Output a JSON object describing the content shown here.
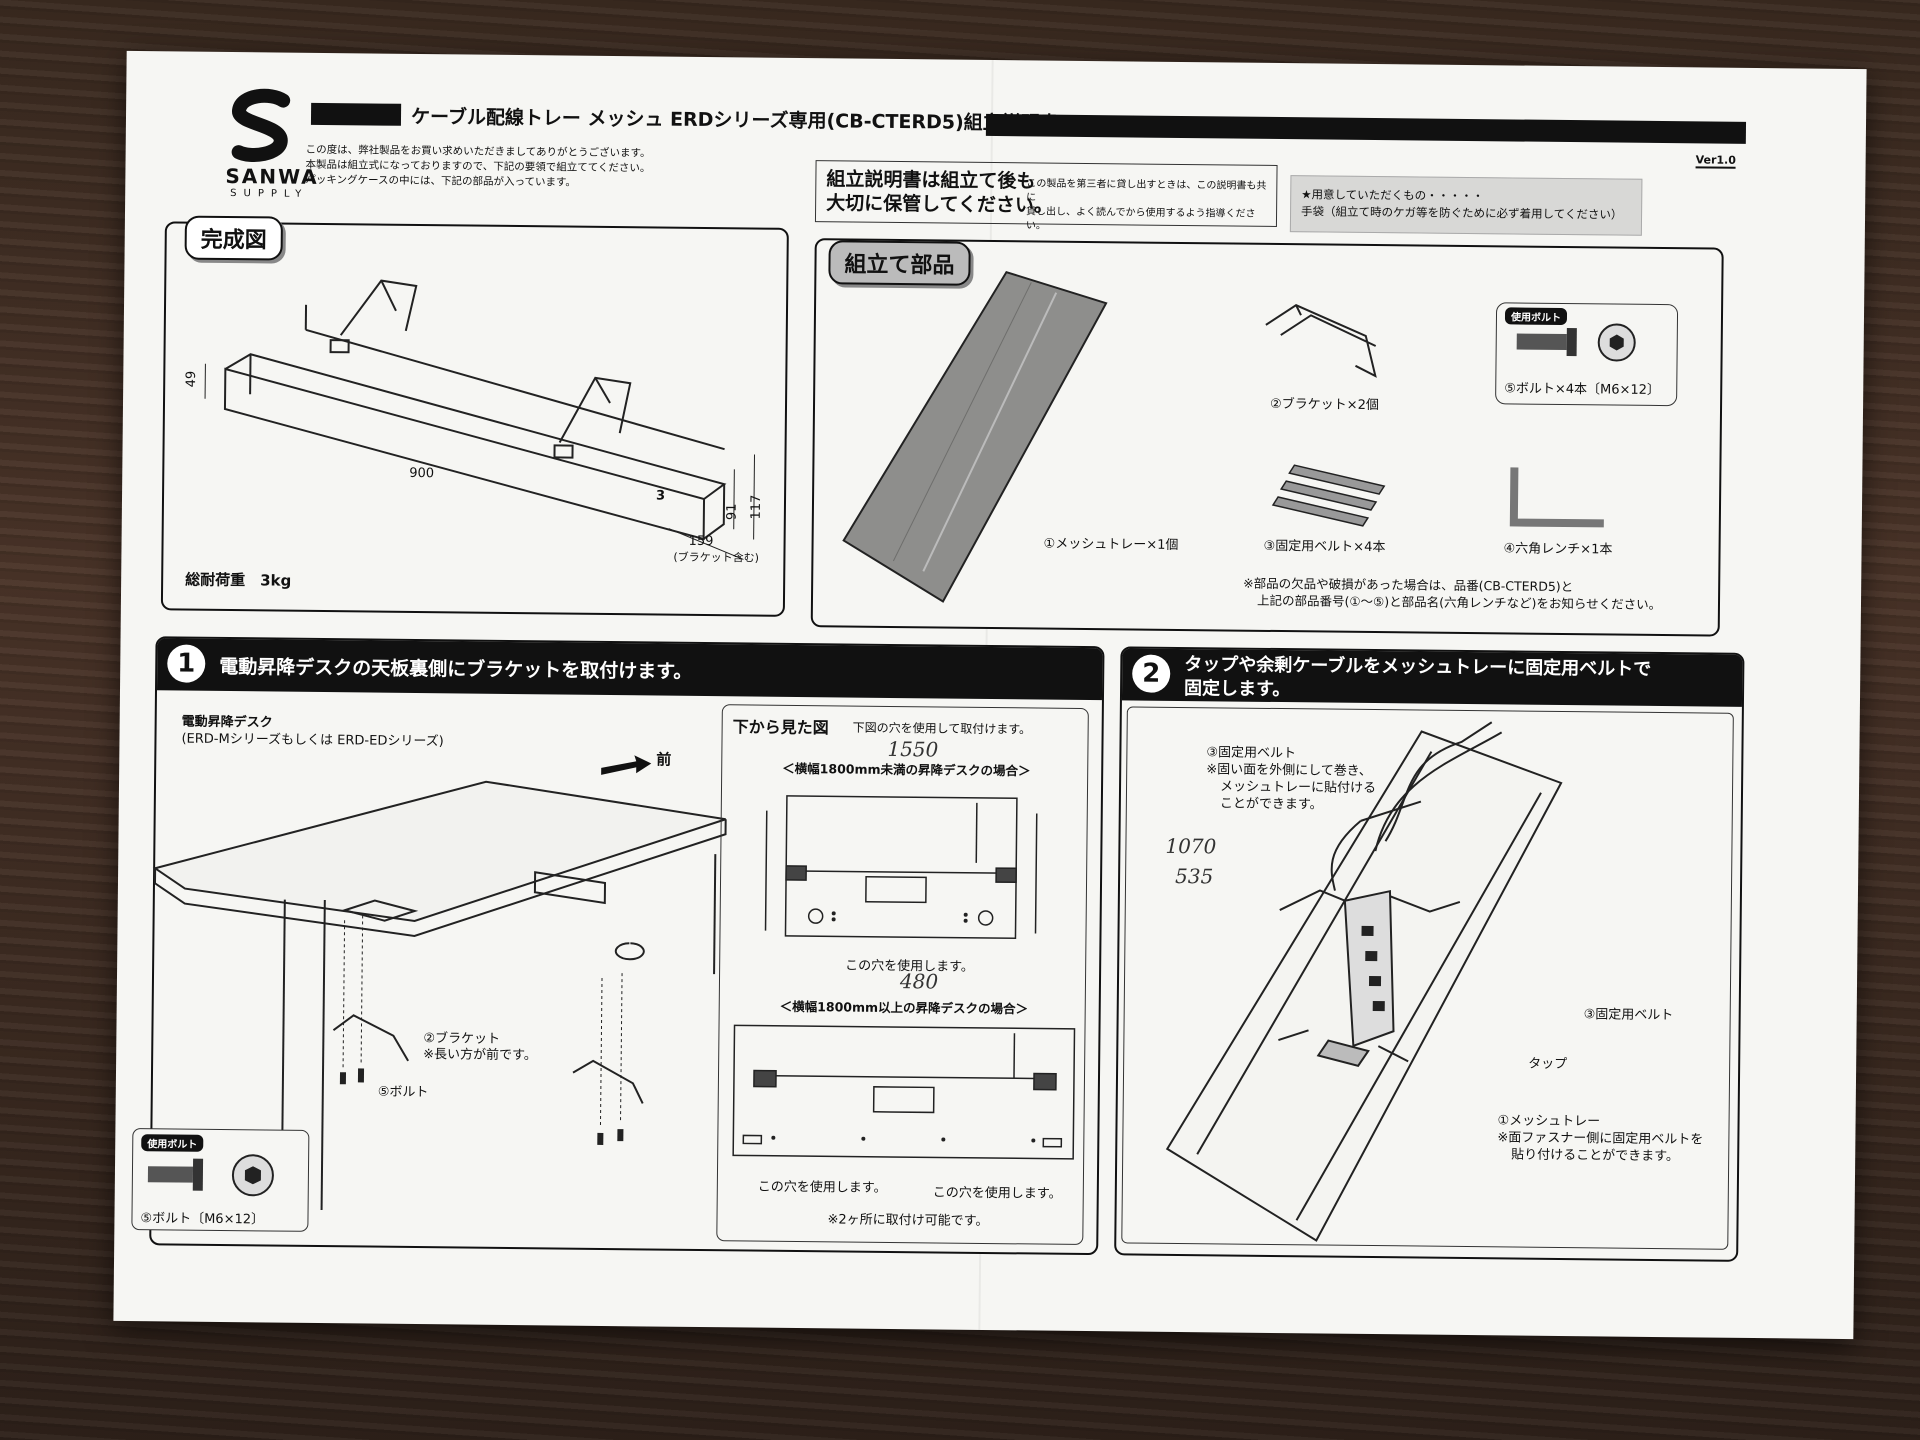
{
  "header": {
    "brand": "SANWA",
    "brand_sub": "SUPPLY",
    "title": "ケーブル配線トレー メッシュ ERDシリーズ専用(CB-CTERD5)組立説明書",
    "version": "Ver1.0",
    "intro": [
      "この度は、弊社製品をお買い求めいただきましてありがとうございます。",
      "本製品は組立式になっておりますので、下記の要領で組立ててください。",
      "パッキングケースの中には、下記の部品が入っています。"
    ],
    "keep_big": [
      "組立説明書は組立て後も",
      "大切に保管してください。"
    ],
    "keep_small": [
      "この製品を第三者に貸し出すときは、この説明書も共に",
      "貸し出し、よく読んでから使用するよう指導ください。"
    ],
    "prepare": [
      "★用意していただくもの・・・・・",
      "手袋（組立て時のケガ等を防ぐために必ず着用してください）"
    ]
  },
  "complete": {
    "label": "完成図",
    "dim_49": "49",
    "dim_900": "900",
    "dim_3": "3",
    "dim_91": "91",
    "dim_117": "117",
    "dim_159": "159",
    "dim_159_note": "(ブラケット含む)",
    "load": "総耐荷重　3kg"
  },
  "parts": {
    "label": "組立て部品",
    "tray": "①メッシュトレー×1個",
    "bracket": "②ブラケット×2個",
    "bolt_tag": "使用ボルト",
    "bolt": "⑤ボルト×4本〔M6×12〕",
    "belt": "③固定用ベルト×4本",
    "wrench": "④六角レンチ×1本",
    "note": [
      "※部品の欠品や破損があった場合は、品番(CB-CTERD5)と",
      "上記の部品番号(①〜⑤)と部品名(六角レンチなど)をお知らせください。"
    ]
  },
  "step1": {
    "num": "1",
    "title": "電動昇降デスクの天板裏側にブラケットを取付けます。",
    "desk": [
      "電動昇降デスク",
      "(ERD-Mシリーズもしくは ERD-EDシリーズ)"
    ],
    "front": "前",
    "bracket": [
      "②ブラケット",
      "※長い方が前です。"
    ],
    "bolt": "⑤ボルト",
    "bolt_tag": "使用ボルト",
    "bolt_spec": "⑤ボルト〔M6×12〕",
    "below_title": "下から見た図",
    "below_sub": "下図の穴を使用して取付けます。",
    "case1": "＜横幅1800mm未満の昇降デスクの場合＞",
    "use_holes": "この穴を使用します。",
    "case2": "＜横幅1800mm以上の昇降デスクの場合＞",
    "use_holes_a": "この穴を使用します。",
    "use_holes_b": "この穴を使用します。",
    "two_places": "※2ヶ所に取付け可能です。",
    "hand_1550": "1550",
    "hand_480": "480"
  },
  "step2": {
    "num": "2",
    "title": [
      "タップや余剰ケーブルをメッシュトレーに固定用ベルトで",
      "固定します。"
    ],
    "belt_note": [
      "③固定用ベルト",
      "※固い面を外側にして巻き、",
      "メッシュトレーに貼付ける",
      "ことができます。"
    ],
    "belt": "③固定用ベルト",
    "tap": "タップ",
    "tray_note": [
      "①メッシュトレー",
      "※面ファスナー側に固定用ベルトを",
      "貼り付けることができます。"
    ],
    "hand_1070": "1070",
    "hand_535": "535"
  }
}
